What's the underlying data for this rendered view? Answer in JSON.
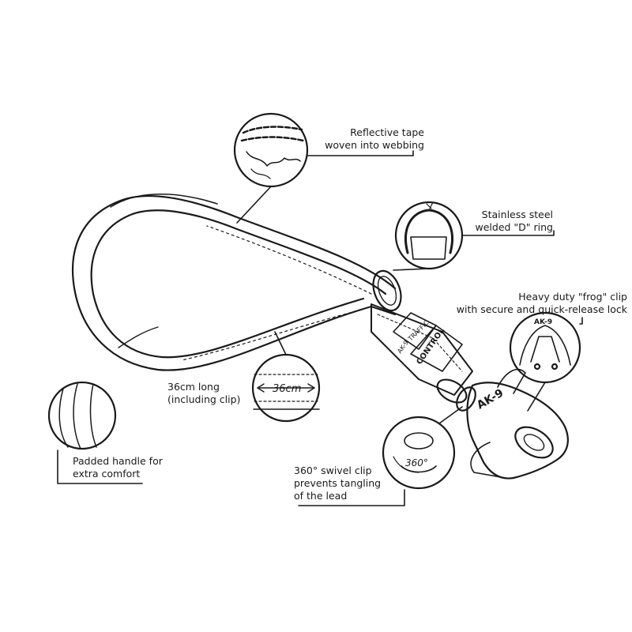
{
  "callouts": {
    "reflective": {
      "line1": "Reflective tape",
      "line2": "woven into webbing"
    },
    "dring": {
      "line1": "Stainless steel",
      "line2": "welded \"D\" ring"
    },
    "frog": {
      "line1": "Heavy duty \"frog\" clip",
      "line2": "with secure and quick-release lock"
    },
    "length": {
      "line1": "36cm long",
      "line2": "(including clip)"
    },
    "padded": {
      "line1": "Padded handle for",
      "line2": "extra comfort"
    },
    "swivel": {
      "line1": "360° swivel clip",
      "line2": "prevents tangling",
      "line3": "of the lead"
    }
  },
  "product_marks": {
    "brand": "AK-9",
    "band_top": "TRAFFIC",
    "band_bottom": "CONTROL",
    "clip_brand": "AK-9",
    "detail_length": "36cm",
    "detail_swivel": "360°"
  },
  "colors": {
    "ink": "#1a1a1a",
    "background": "#ffffff"
  }
}
